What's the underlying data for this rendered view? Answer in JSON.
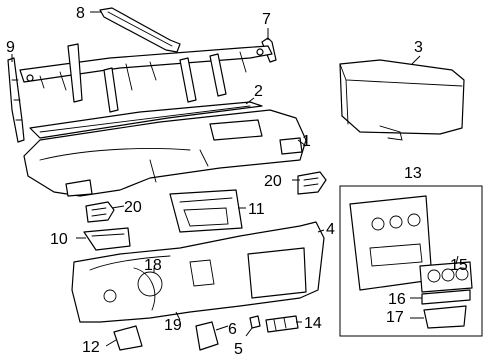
{
  "callouts": [
    {
      "id": "1",
      "label": "1"
    },
    {
      "id": "2",
      "label": "2"
    },
    {
      "id": "3",
      "label": "3"
    },
    {
      "id": "4",
      "label": "4"
    },
    {
      "id": "5",
      "label": "5"
    },
    {
      "id": "6",
      "label": "6"
    },
    {
      "id": "7",
      "label": "7"
    },
    {
      "id": "8",
      "label": "8"
    },
    {
      "id": "9",
      "label": "9"
    },
    {
      "id": "10",
      "label": "10"
    },
    {
      "id": "11",
      "label": "11"
    },
    {
      "id": "12",
      "label": "12"
    },
    {
      "id": "13",
      "label": "13"
    },
    {
      "id": "14",
      "label": "14"
    },
    {
      "id": "15",
      "label": "15"
    },
    {
      "id": "16",
      "label": "16"
    },
    {
      "id": "17",
      "label": "17"
    },
    {
      "id": "18",
      "label": "18"
    },
    {
      "id": "19",
      "label": "19"
    },
    {
      "id": "20a",
      "label": "20"
    },
    {
      "id": "20b",
      "label": "20"
    }
  ]
}
